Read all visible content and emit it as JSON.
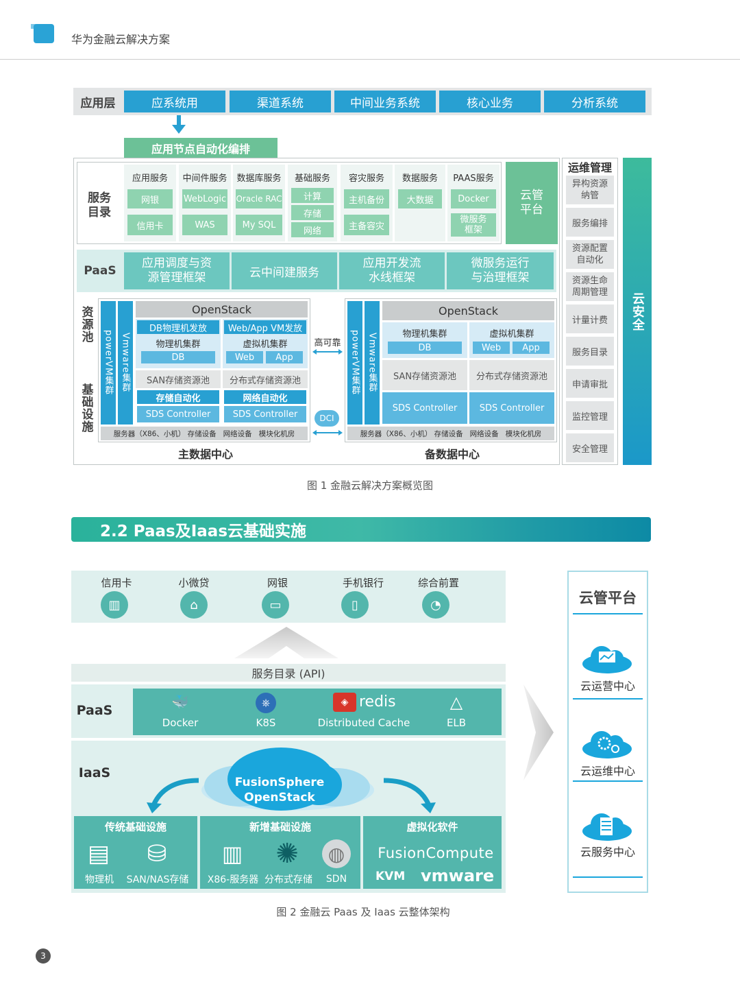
{
  "header": {
    "title": "华为金融云解决方案"
  },
  "fig1": {
    "app_layer": {
      "label": "应用层",
      "items": [
        "应系统用",
        "渠道系统",
        "中间业务系统",
        "核心业务",
        "分析系统"
      ]
    },
    "orchestration": "应用节点自动化编排",
    "service_catalog": {
      "label": "服务目录",
      "columns": [
        {
          "title": "应用服务",
          "items": [
            "网银",
            "信用卡"
          ]
        },
        {
          "title": "中间件服务",
          "items": [
            "WebLogic",
            "WAS"
          ]
        },
        {
          "title": "数据库服务",
          "items": [
            "Oracle RAC",
            "My SQL"
          ]
        },
        {
          "title": "基础服务",
          "items": [
            "计算",
            "存储",
            "网络"
          ]
        },
        {
          "title": "容灾服务",
          "items": [
            "主机备份",
            "主备容灾"
          ]
        },
        {
          "title": "数据服务",
          "items": [
            "大数据"
          ]
        },
        {
          "title": "PAAS服务",
          "items": [
            "Docker",
            "微服务框架"
          ]
        }
      ]
    },
    "cloud_mgmt": "云管平台",
    "paas": {
      "label": "PaaS",
      "items": [
        "应用调度与资源管理框架",
        "云中间建服务",
        "应用开发流水线框架",
        "微服务运行与治理框架"
      ]
    },
    "resource_pool": "资源池",
    "infra": "基础设施",
    "dc_main": {
      "powervm": "powerVM集群",
      "vmware": "Vmware集群",
      "openstack": "OpenStack",
      "db_vm": "DB物理机发放",
      "web_vm": "Web/App VM发放",
      "phys": "物理机集群",
      "virt": "虚拟机集群",
      "db": "DB",
      "web": "Web",
      "app": "App",
      "san": "SAN存储资源池",
      "dist": "分布式存储资源池",
      "storage_auto": "存储自动化",
      "net_auto": "网络自动化",
      "sds1": "SDS Controller",
      "sds2": "SDS Controller",
      "bottom": "服务器（X86、小机） 存储设备   网络设备   模块化机房",
      "name": "主数据中心"
    },
    "ha": "高可靠",
    "dci": "DCI",
    "dc_backup": {
      "powervm": "powerVM集群",
      "vmware": "Vmware集群",
      "openstack": "OpenStack",
      "phys": "物理机集群",
      "virt": "虚拟机集群",
      "db": "DB",
      "web": "Web",
      "app": "App",
      "san": "SAN存储资源池",
      "dist": "分布式存储资源池",
      "sds1": "SDS Controller",
      "sds2": "SDS Controller",
      "bottom": "服务器（X86、小机） 存储设备   网络设备   模块化机房",
      "name": "备数据中心"
    },
    "ops": {
      "title": "运维管理",
      "items": [
        "异构资源纳管",
        "服务编排",
        "资源配置自动化",
        "资源生命周期管理",
        "计量计费",
        "服务目录",
        "申请审批",
        "监控管理",
        "安全管理"
      ]
    },
    "security": "云安全",
    "caption": "图 1   金融云解决方案概览图"
  },
  "section": {
    "title": "2.2 Paas及Iaas云基础实施"
  },
  "fig2": {
    "apps": [
      {
        "label": "信用卡",
        "icon": "credit-card-icon"
      },
      {
        "label": "小微贷",
        "icon": "bank-icon"
      },
      {
        "label": "网银",
        "icon": "monitor-icon"
      },
      {
        "label": "手机银行",
        "icon": "mobile-icon"
      },
      {
        "label": "综合前置",
        "icon": "gauge-icon"
      }
    ],
    "service_catalog": "服务目录 (API)",
    "paas": {
      "label": "PaaS",
      "items": [
        {
          "label": "Docker",
          "icon": "docker-icon"
        },
        {
          "label": "K8S",
          "icon": "kubernetes-icon"
        },
        {
          "label": "Distributed Cache",
          "icon": "redis-icon"
        },
        {
          "label": "ELB",
          "icon": "elb-icon"
        }
      ],
      "redis_text": "redis"
    },
    "iaas": {
      "label": "IaaS",
      "cloud_line1": "FusionSphere",
      "cloud_line2": "OpenStack"
    },
    "infra_groups": [
      {
        "title": "传统基础设施",
        "items": [
          "物理机",
          "SAN/NAS存储"
        ]
      },
      {
        "title": "新增基础设施",
        "items": [
          "X86-服务器",
          "分布式存储",
          "SDN"
        ]
      },
      {
        "title": "虚拟化软件",
        "items": [
          "FusionCompute",
          "KVM",
          "vmware"
        ]
      }
    ],
    "cloud_platform": {
      "title": "云管平台",
      "items": [
        "云运营中心",
        "云运维中心",
        "云服务中心"
      ]
    },
    "caption": "图 2    金融云 Paas 及 Iaas 云整体架构"
  },
  "page_number": "3"
}
